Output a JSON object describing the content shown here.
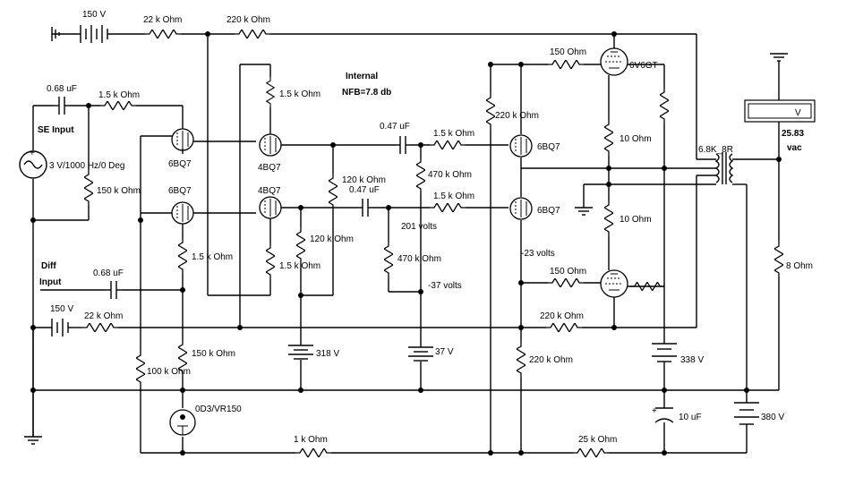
{
  "labels": {
    "v150_top": "150 V",
    "r22k_top": "22 k Ohm",
    "r220k_top": "220 k Ohm",
    "internal": "Internal",
    "nfb": "NFB=7.8 db",
    "c068_top": "0.68 uF",
    "r15k_in": "1.5 k Ohm",
    "se_input": "SE Input",
    "r15k_plate": "1.5 k Ohm",
    "c047_top": "0.47 uF",
    "r15k_grid_top": "1.5 k Ohm",
    "r220k_mid": "220 k Ohm",
    "r150_top": "150  Ohm",
    "tube_6v6_top": "6V6GT",
    "r10_top": "10  Ohm",
    "meter_value": "25.83",
    "meter_unit": "vac",
    "meter_v": "V",
    "xfmr": "6.8K_8R",
    "src": "3 V/1000 Hz/0 Deg",
    "r150k_in": "150 k Ohm",
    "tube_6bq7_a": "6BQ7",
    "tube_4bq7_a": "4BQ7",
    "tube_6bq7_out_top": "6BQ7",
    "r120k_a": "120 k Ohm",
    "c047_b": "0.47 uF",
    "r470k_a": "470 k Ohm",
    "r15k_grid_bot": "1.5 k Ohm",
    "tube_6bq7_b": "6BQ7",
    "tube_4bq7_b": "4BQ7",
    "tube_6bq7_out_bot": "6BQ7",
    "v201": "201 volts",
    "r10_bot": "10  Ohm",
    "r8": "8  Ohm",
    "r15k_cath": "1.5 k Ohm",
    "r120k_b": "120 k Ohm",
    "r15k_plate_b": "1.5 k Ohm",
    "r470k_b": "470 k Ohm",
    "vneg23": "-23 volts",
    "diff": "Diff",
    "input": "Input",
    "c068_b": "0.68 uF",
    "r150_bot": "150  Ohm",
    "vneg37": "-37 volts",
    "v150_bot": "150 V",
    "r22k_bot": "22 k Ohm",
    "r220k_bot": "220 k Ohm",
    "r150k_b": "150 k Ohm",
    "v318": "318 V",
    "v37": "37 V",
    "v338": "338 V",
    "r220k_low": "220 k Ohm",
    "r100k": "100 k Ohm",
    "c10u": "10 uF",
    "v380": "380 V",
    "vr150": "0D3/VR150",
    "r1k": "1 k Ohm",
    "r25k": "25 k Ohm"
  }
}
